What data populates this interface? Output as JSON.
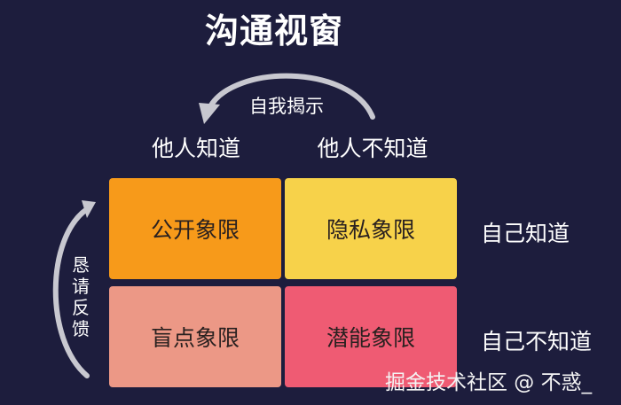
{
  "title": "沟通视窗",
  "top_arrow_label": "自我揭示",
  "columns": {
    "left": "他人知道",
    "right": "他人不知道"
  },
  "rows": {
    "top": "自己知道",
    "bottom": "自己不知道"
  },
  "side_arrow_label": [
    "恳",
    "请",
    "反",
    "馈"
  ],
  "quadrants": {
    "open": "公开象限",
    "hidden": "隐私象限",
    "blind": "盲点象限",
    "unknown": "潜能象限"
  },
  "watermark": "掘金技术社区 @ 不惑_",
  "colors": {
    "background": "#1d1d3d",
    "open": "#f79a1a",
    "hidden": "#f7d24a",
    "blind": "#ec9886",
    "unknown": "#ef5b73",
    "arrow": "#c8c8d0"
  }
}
